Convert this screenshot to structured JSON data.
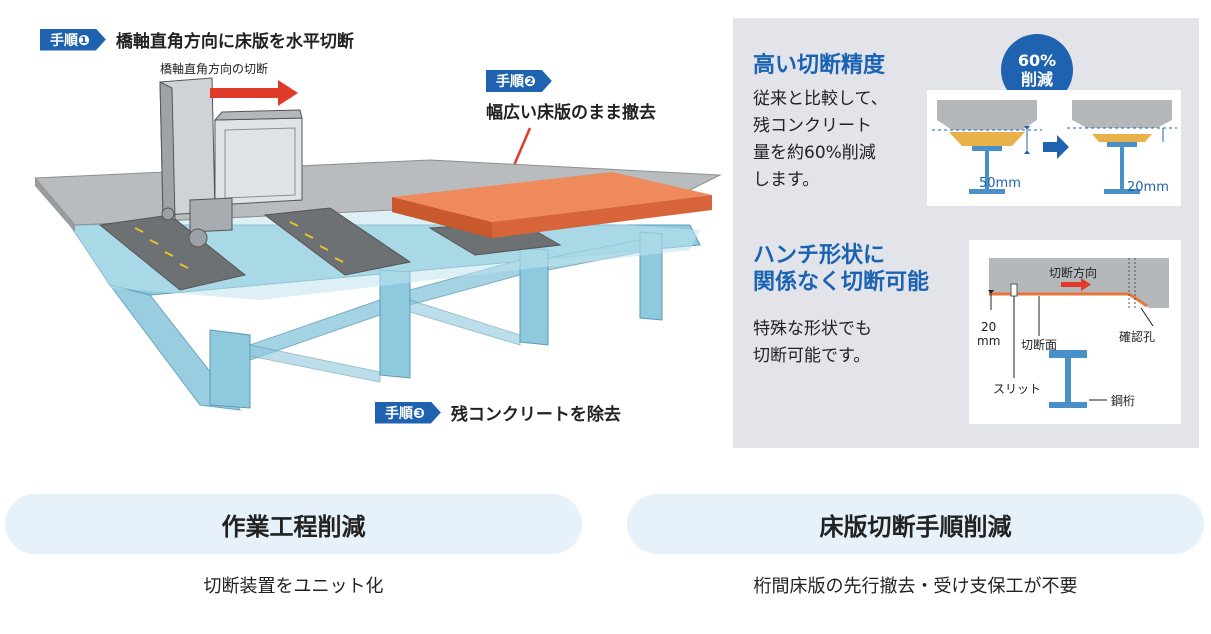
{
  "steps": {
    "s1": {
      "tag": "手順❶",
      "text": "橋軸直角方向に床版を水平切断",
      "sublabel": "橋軸直角方向の切断"
    },
    "s2": {
      "tag": "手順❷",
      "text": "幅広い床版のまま撤去"
    },
    "s3": {
      "tag": "手順❸",
      "text": "残コンクリートを除去"
    }
  },
  "panel": {
    "precision": {
      "title": "高い切断精度",
      "body": [
        "従来と比較して、",
        "残コンクリート",
        "量を約60%削減",
        "します。"
      ],
      "badge": [
        "60%",
        "削減"
      ],
      "before_dim": "50mm",
      "after_dim": "20mm"
    },
    "haunch": {
      "title": [
        "ハンチ形状に",
        "関係なく切断可能"
      ],
      "body": [
        "特殊な形状でも",
        "切断可能です。"
      ],
      "labels": {
        "direction": "切断方向",
        "dim": [
          "20",
          "mm"
        ],
        "cut_face": "切断面",
        "slit": "スリット",
        "check_hole": "確認孔",
        "girder": "鋼桁"
      }
    }
  },
  "benefits": [
    {
      "title": "作業工程削減",
      "desc": "切断装置をユニット化"
    },
    {
      "title": "床版切断手順削減",
      "desc": "桁間床版の先行撤去・受け支保工が不要"
    }
  ],
  "colors": {
    "accent_blue": "#1f62b0",
    "cut_orange": "#e8743b",
    "arrow_red": "#e03a2a",
    "steel": "#6ea6cf"
  }
}
